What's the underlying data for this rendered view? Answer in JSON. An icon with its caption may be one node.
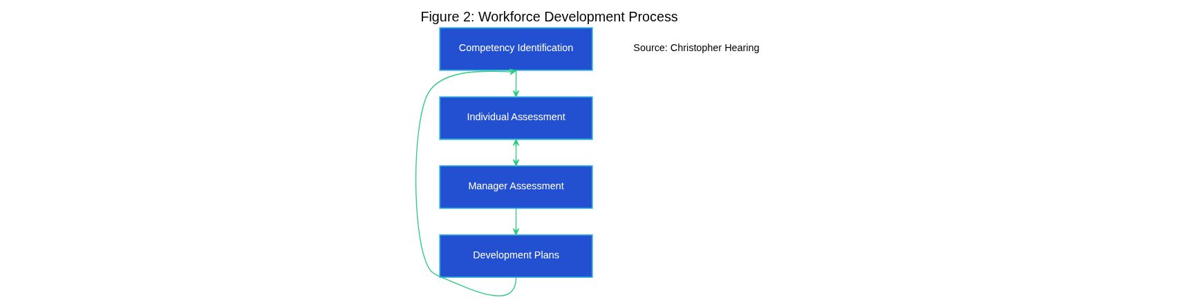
{
  "diagram": {
    "title": "Figure 2: Workforce Development Process",
    "caption": "Source: Christopher Hearing",
    "nodes": [
      {
        "text": [
          "Competency Identification"
        ]
      },
      {
        "text": [
          "Individual Assessment"
        ]
      },
      {
        "text": [
          "Manager Assessment"
        ]
      },
      {
        "text": [
          "Development Plans"
        ]
      }
    ],
    "edges": [
      {
        "from": 0,
        "to": 1,
        "arrow": "to"
      },
      {
        "from": 1,
        "to": 2,
        "arrow": "both"
      },
      {
        "from": 2,
        "to": 3,
        "arrow": "to"
      },
      {
        "from": 3,
        "to": 0,
        "arrow": "to"
      }
    ]
  }
}
